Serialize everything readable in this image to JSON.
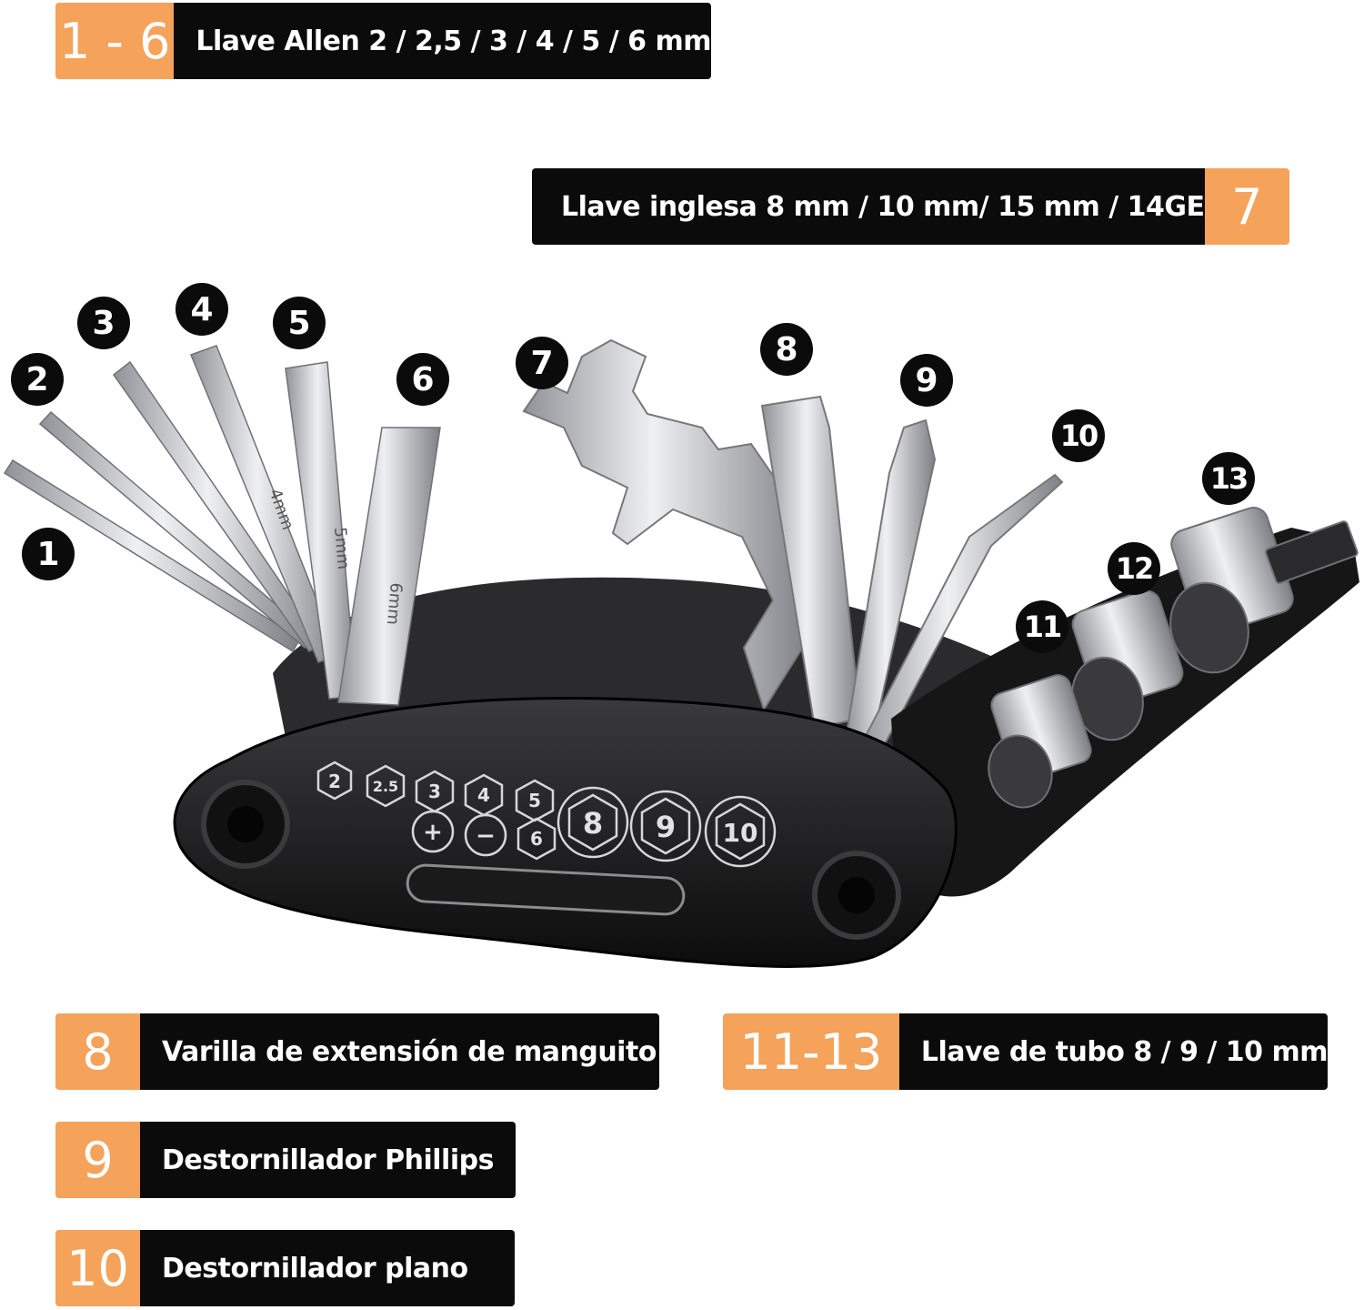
{
  "labels": {
    "allen": {
      "num": "1 - 6",
      "text": "Llave Allen 2 / 2,5 / 3 / 4 / 5 / 6 mm"
    },
    "wrench": {
      "num": "7",
      "text": "Llave inglesa 8 mm / 10 mm/ 15 mm / 14GE"
    },
    "extension": {
      "num": "8",
      "text": "Varilla de extensión de manguito"
    },
    "phillips": {
      "num": "9",
      "text": "Destornillador Phillips"
    },
    "flat": {
      "num": "10",
      "text": "Destornillador plano"
    },
    "socket": {
      "num": "11-13",
      "text": "Llave de tubo 8 / 9 / 10 mm"
    }
  },
  "callouts": [
    "1",
    "2",
    "3",
    "4",
    "5",
    "6",
    "7",
    "8",
    "9",
    "10",
    "11",
    "12",
    "13"
  ],
  "handle_markings": {
    "hex_sizes": [
      "2",
      "2.5",
      "3",
      "4",
      "5",
      "6",
      "8",
      "9",
      "10"
    ],
    "screwdriver_symbols": [
      "+",
      "−"
    ],
    "allen_engravings": [
      "4mm",
      "5mm",
      "6mm"
    ]
  },
  "colors": {
    "accent": "#f5a25a",
    "dark": "#0b0b0b",
    "steel": "#c9ccd0"
  }
}
